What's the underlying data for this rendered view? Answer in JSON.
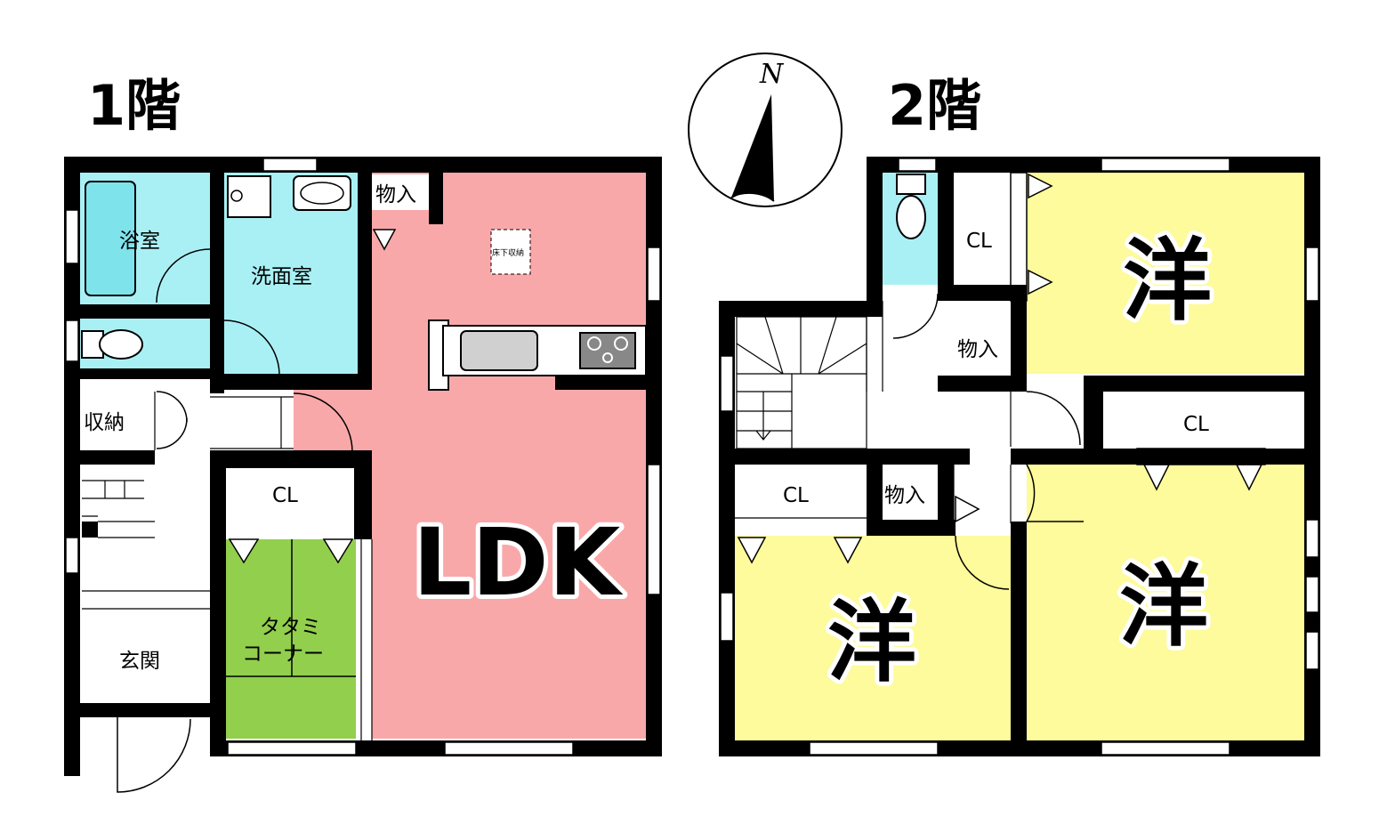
{
  "floor1": {
    "title": "1階",
    "rooms": {
      "bath": "浴室",
      "washroom": "洗面室",
      "storage": "物入",
      "underfloor": "床下収納",
      "shuno": "収納",
      "cl": "CL",
      "tatami_line1": "タタミ",
      "tatami_line2": "コーナー",
      "entrance": "玄関",
      "ldk": "LDK"
    }
  },
  "floor2": {
    "title": "2階",
    "rooms": {
      "cl_top": "CL",
      "storage_mid": "物入",
      "cl_mid": "CL",
      "cl_left": "CL",
      "storage_left": "物入",
      "western_top": "洋",
      "western_right": "洋",
      "western_left": "洋"
    }
  },
  "compass": {
    "label": "N"
  },
  "colors": {
    "bath": "#a9f0f5",
    "ldk": "#f9a8aa",
    "tatami": "#92cf4d",
    "western": "#fdfb9b",
    "wall": "#000000"
  }
}
